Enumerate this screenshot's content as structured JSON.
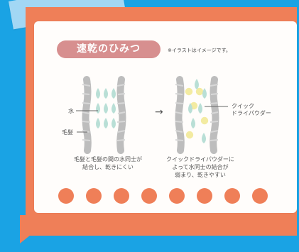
{
  "title": "速乾のひみつ",
  "note": "※イラストはイメージです。",
  "labels": {
    "water": "水",
    "hair": "毛髪",
    "powder": "クイック\nドライパウダー"
  },
  "captions": {
    "left": "毛髪と毛髪の間の水同士が\n結合し、乾きにくい",
    "right": "クイックドライパウダーに\nよって水同士の結合が\n弱まり、乾きやすい"
  },
  "arrow": "→",
  "colors": {
    "background": "#1aa3e4",
    "orange": "#ef7f58",
    "panel": "#fffdfb",
    "pill": "#d78f8f",
    "water_drop": "#b9dfd6",
    "powder_dot": "#f3eba1",
    "hair": "#c9c9c9"
  }
}
